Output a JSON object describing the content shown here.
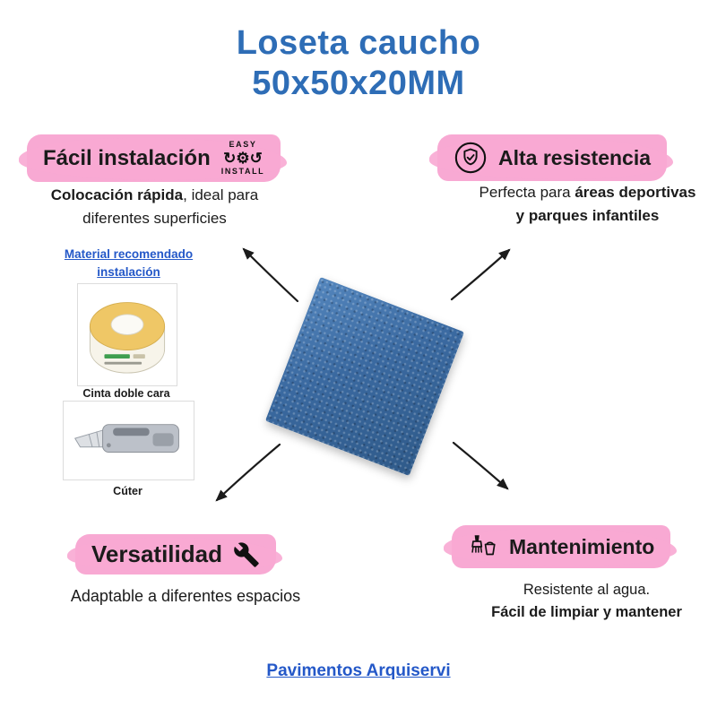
{
  "page": {
    "title_line1": "Loseta caucho",
    "title_line2": "50x50x20MM",
    "footer_link": "Pavimentos Arquiservi"
  },
  "colors": {
    "title_blue": "#2e6db6",
    "link_blue": "#2458c8",
    "highlight_pink": "#f8a9d3",
    "tile_blue": "#3a69a0"
  },
  "features": {
    "install": {
      "label": "Fácil instalación",
      "icon_word_top": "EASY",
      "icon_glyph": "↻⚙↺",
      "icon_word_bottom": "INSTALL",
      "desc_bold": "Colocación rápida",
      "desc_rest": ", ideal para diferentes superficies"
    },
    "resistance": {
      "label": "Alta resistencia",
      "desc_prefix": "Perfecta para ",
      "desc_bold": "áreas deportivas y parques infantiles"
    },
    "versatility": {
      "label": "Versatilidad",
      "desc": "Adaptable a diferentes espacios"
    },
    "maintenance": {
      "label": "Mantenimiento",
      "desc_line1": "Resistente al agua.",
      "desc_bold": "Fácil de limpiar y mantener"
    }
  },
  "materials": {
    "heading": "Material recomendado instalación",
    "items": [
      {
        "label": "Cinta doble cara"
      },
      {
        "label": "Cúter"
      }
    ]
  }
}
